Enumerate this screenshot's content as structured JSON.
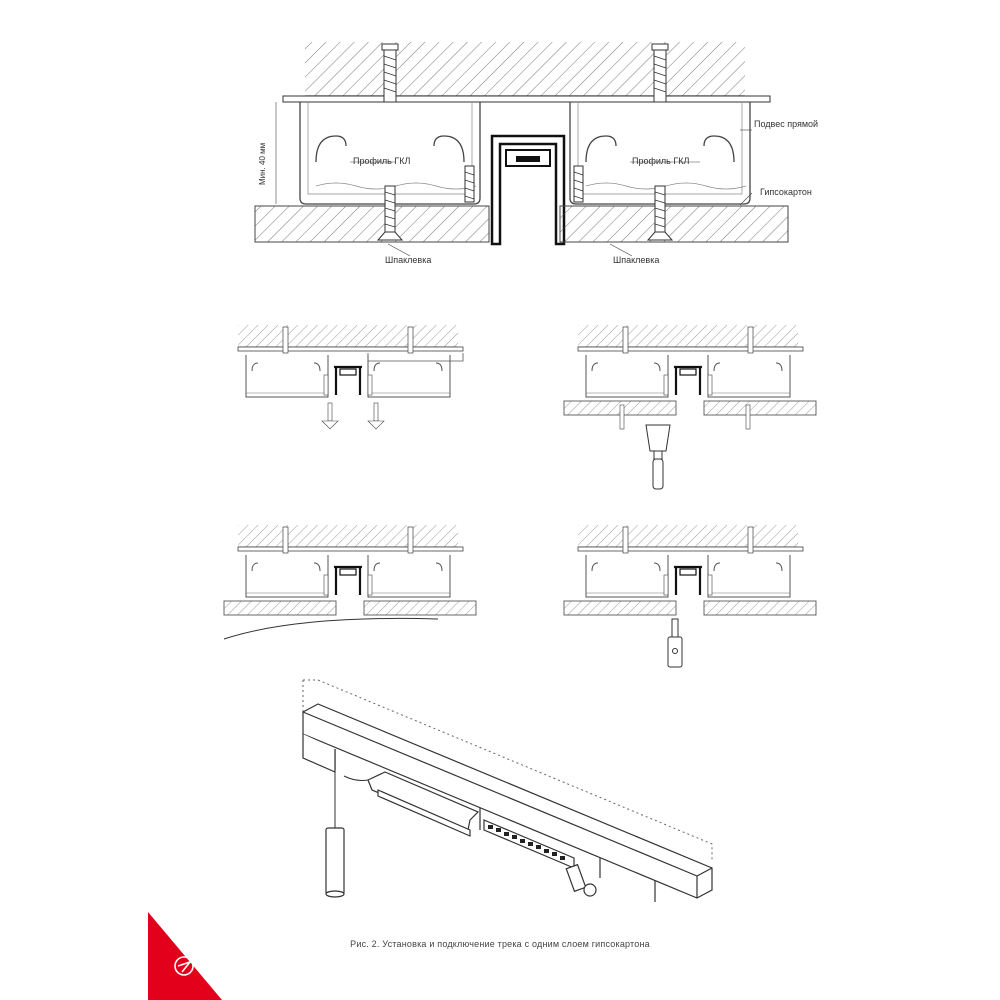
{
  "main_diagram": {
    "labels": {
      "min_height": "Мин. 40 мм",
      "profile_left": "Профиль ГКЛ",
      "profile_right": "Профиль ГКЛ",
      "hanger": "Подвес прямой",
      "drywall": "Гипсокартон",
      "putty_left": "Шпаклевка",
      "putty_right": "Шпаклевка"
    }
  },
  "caption": "Рис. 2. Установка и подключение трека с одним слоем гипсокартона",
  "brand": {
    "accent": "#e2001a",
    "logo_icon": "brand-logo-icon"
  }
}
